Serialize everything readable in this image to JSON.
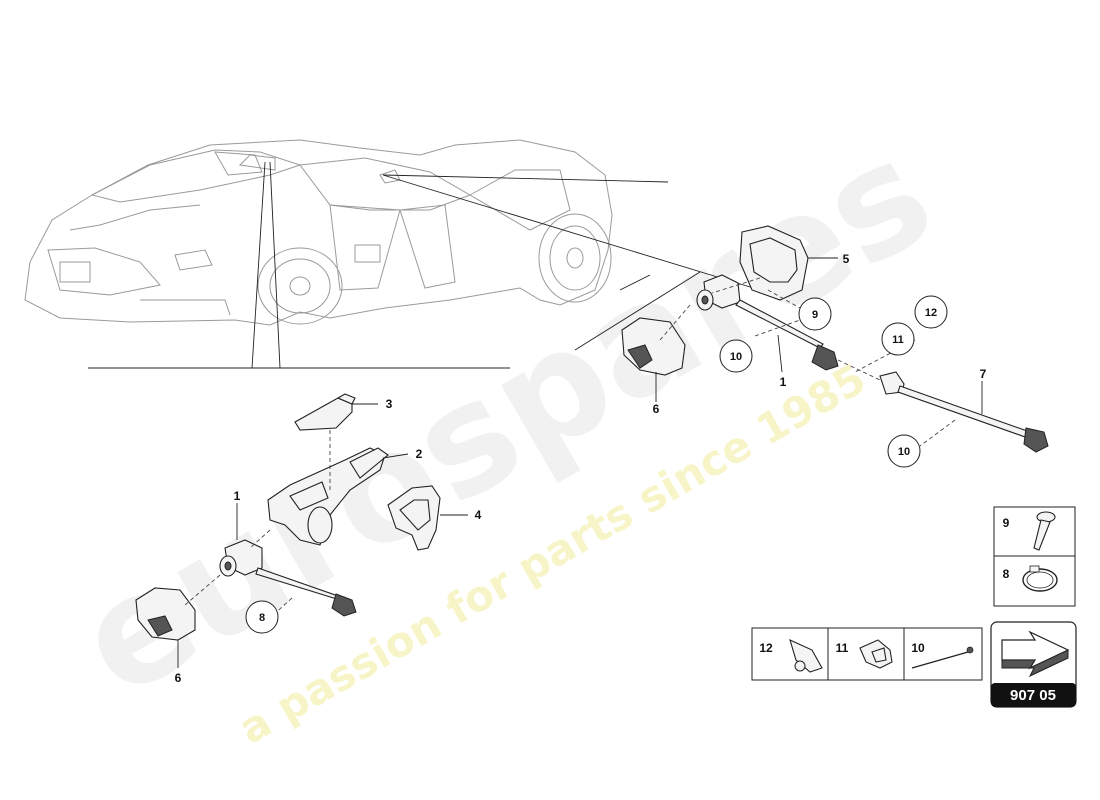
{
  "watermark": {
    "brand": "eurospares",
    "tagline": "a passion for parts since 1985"
  },
  "callouts": [
    {
      "id": "c1a",
      "text": "1"
    },
    {
      "id": "c1b",
      "text": "1"
    },
    {
      "id": "c2",
      "text": "2"
    },
    {
      "id": "c3",
      "text": "3"
    },
    {
      "id": "c4",
      "text": "4"
    },
    {
      "id": "c5",
      "text": "5"
    },
    {
      "id": "c6a",
      "text": "6"
    },
    {
      "id": "c6b",
      "text": "6"
    },
    {
      "id": "c7",
      "text": "7"
    }
  ],
  "circled": [
    {
      "id": "k9",
      "text": "9"
    },
    {
      "id": "k10a",
      "text": "10"
    },
    {
      "id": "k11",
      "text": "11"
    },
    {
      "id": "k12",
      "text": "12"
    },
    {
      "id": "k10b",
      "text": "10"
    },
    {
      "id": "k8",
      "text": "8"
    }
  ],
  "legend": {
    "right": [
      {
        "number": "9",
        "icon": "screw-icon"
      },
      {
        "number": "8",
        "icon": "hose-clamp-icon"
      }
    ],
    "bottom": [
      {
        "number": "12",
        "icon": "clip-icon"
      },
      {
        "number": "11",
        "icon": "bracket-icon"
      },
      {
        "number": "10",
        "icon": "cable-tie-icon"
      }
    ]
  },
  "reference": {
    "code": "907 05"
  }
}
